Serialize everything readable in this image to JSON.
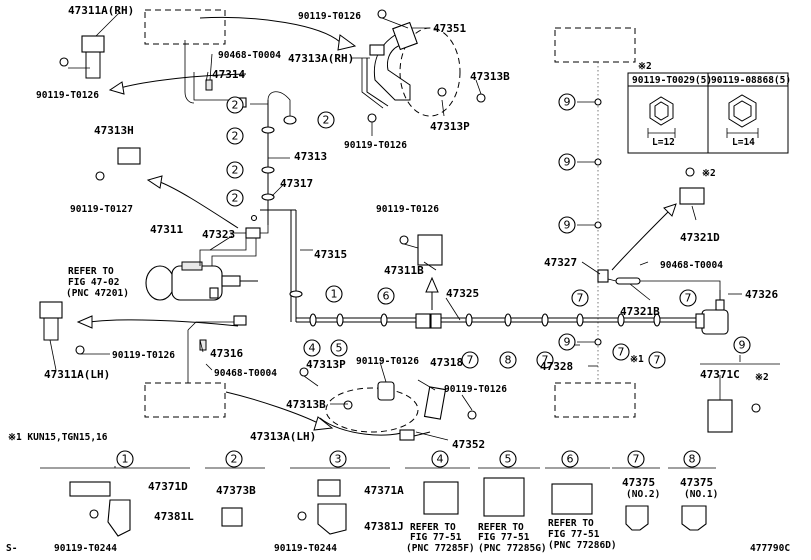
{
  "labels": {
    "p47311A_RH": "47311A(RH)",
    "p90119T0126_a": "90119-T0126",
    "p47351": "47351",
    "p90468T0004_a": "90468-T0004",
    "p47313A_RH": "47313A(RH)",
    "p47314": "47314",
    "p90119T0126_b": "90119-T0126",
    "p47313B_a": "47313B",
    "p47313P_a": "47313P",
    "p90119T0126_c": "90119-T0126",
    "p47313H": "47313H",
    "p47313": "47313",
    "p47317": "47317",
    "p90119T0127": "90119-T0127",
    "p90119T0126_d": "90119-T0126",
    "p47311": "47311",
    "p47323": "47323",
    "p47315": "47315",
    "p47311B": "47311B",
    "refer_a1": "REFER TO",
    "refer_a2": "FIG 47-02",
    "refer_a3": "(PNC 47201)",
    "p47325": "47325",
    "p47327": "47327",
    "p90468T0004_b": "90468-T0004",
    "p47326": "47326",
    "p47321B": "47321B",
    "p47321D": "47321D",
    "p47311A_LH": "47311A(LH)",
    "p90119T0126_e": "90119-T0126",
    "p47316": "47316",
    "p90468T0004_c": "90468-T0004",
    "p47313P_b": "47313P",
    "p90119T0126_f": "90119-T0126",
    "p47318": "47318",
    "p47328": "47328",
    "p47313B_b": "47313B",
    "p90119T0126_g": "90119-T0126",
    "p47313A_LH": "47313A(LH)",
    "p47352": "47352",
    "p47371C": "47371C",
    "note_star1": "※1",
    "note_star2_a": "※2",
    "note_star2_b": "※2",
    "footnote": "※1 KUN15,TGN15,16",
    "p47371D": "47371D",
    "p47381L": "47381L",
    "p90119T0244_a": "90119-T0244",
    "p47373B": "47373B",
    "p47371A": "47371A",
    "p47381J": "47381J",
    "p90119T0244_b": "90119-T0244",
    "refer_b1": "REFER TO",
    "refer_b2": "FIG 77-51",
    "refer_b3": "(PNC 77285F)",
    "refer_c1": "REFER TO",
    "refer_c2": "FIG 77-51",
    "refer_c3": "(PNC 77285G)",
    "refer_d1": "REFER TO",
    "refer_d2": "FIG 77-51",
    "refer_d3": "(PNC 77286D)",
    "p47375_a": "47375",
    "no2": "(NO.2)",
    "p47375_b": "47375",
    "no1": "(NO.1)",
    "corner_left": "S-",
    "corner_right": "477790C"
  },
  "legend": {
    "star": "※2",
    "col1": "90119-T0029(5)",
    "col2": "90119-08868(5)",
    "len1": "L=12",
    "len2": "L=14"
  },
  "callouts": [
    "1",
    "2",
    "3",
    "4",
    "5",
    "6",
    "7",
    "8",
    "9"
  ]
}
